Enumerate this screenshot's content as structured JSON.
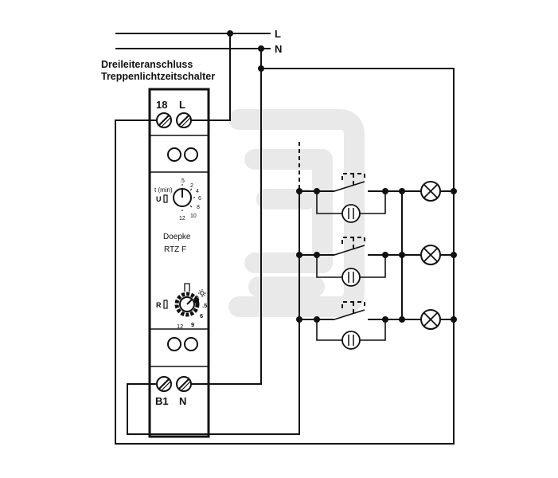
{
  "lines": {
    "L": "L",
    "N": "N"
  },
  "title": {
    "line1": "Dreileiteranschluss",
    "line2": "Treppenlichtzeitschalter"
  },
  "device": {
    "top_terminal_labels": [
      "18",
      "L"
    ],
    "bottom_terminal_labels": [
      "B1",
      "N"
    ],
    "brand": "Doepke",
    "model": "RTZ F",
    "time_dial": {
      "caption": "t (min)",
      "side_label": "U",
      "scale": [
        ".5",
        "2",
        "4",
        "6",
        "8",
        "10",
        "12"
      ]
    },
    "mode_dial": {
      "side_label": "R",
      "scale": [
        ".5",
        "6",
        "9",
        "12"
      ],
      "icons": [
        "pulse-icon",
        "sun-icon",
        "lock-icon"
      ]
    }
  },
  "pushbutton_rows": 3,
  "colors": {
    "ink": "#111111",
    "watermark": "#e9e9e9",
    "background": "#ffffff"
  }
}
